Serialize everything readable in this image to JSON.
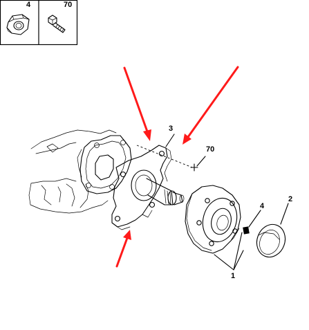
{
  "legend_box": {
    "items": [
      {
        "number": "4",
        "icon": "hex-nut-icon"
      },
      {
        "number": "70",
        "icon": "bolt-icon"
      }
    ]
  },
  "callouts": {
    "hub_plate": "3",
    "screw": "70",
    "nut": "4",
    "cap": "2",
    "hub_bearing": "1"
  },
  "colors": {
    "line": "#000000",
    "arrow": "#ff1a1a",
    "background": "#ffffff"
  }
}
